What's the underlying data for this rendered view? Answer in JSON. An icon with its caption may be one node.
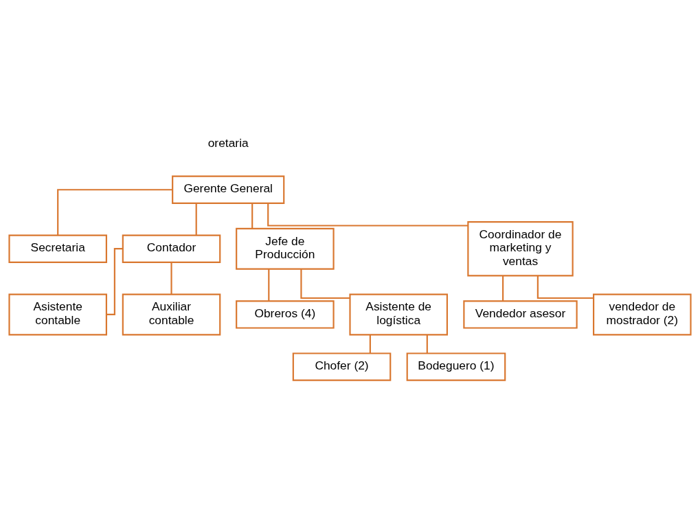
{
  "diagram": {
    "nodes": [
      {
        "text": [
          "Gerente General"
        ]
      },
      {
        "text": [
          "Secretaria"
        ]
      },
      {
        "text": [
          "Contador"
        ]
      },
      {
        "text": [
          "Jefe de Producción"
        ]
      },
      {
        "text": [
          "Coordinador de marketing y ventas"
        ]
      },
      {
        "text": [
          "Asistente contable"
        ]
      },
      {
        "text": [
          "Auxiliar contable"
        ]
      },
      {
        "text": [
          "Obreros (4)"
        ]
      },
      {
        "text": [
          "Asistente de logística"
        ]
      },
      {
        "text": [
          "Chofer (2)"
        ]
      },
      {
        "text": [
          "Bodeguero (1)"
        ]
      },
      {
        "text": [
          "Vendedor asesor"
        ]
      },
      {
        "text": [
          "vendedor de mostrador (2)"
        ]
      }
    ],
    "edges": [
      {
        "from": 0,
        "to": 1,
        "arrow": "none"
      },
      {
        "from": 0,
        "to": 2,
        "arrow": "none"
      },
      {
        "from": 0,
        "to": 3,
        "arrow": "none"
      },
      {
        "from": 0,
        "to": 4,
        "arrow": "none"
      },
      {
        "from": 2,
        "to": 5,
        "arrow": "none"
      },
      {
        "from": 2,
        "to": 6,
        "arrow": "none"
      },
      {
        "from": 3,
        "to": 7,
        "arrow": "none"
      },
      {
        "from": 3,
        "to": 8,
        "arrow": "none"
      },
      {
        "from": 8,
        "to": 9,
        "arrow": "none"
      },
      {
        "from": 8,
        "to": 10,
        "arrow": "none"
      },
      {
        "from": 4,
        "to": 11,
        "arrow": "none"
      },
      {
        "from": 4,
        "to": 12,
        "arrow": "none"
      }
    ],
    "labels": [
      "oretaria"
    ]
  }
}
